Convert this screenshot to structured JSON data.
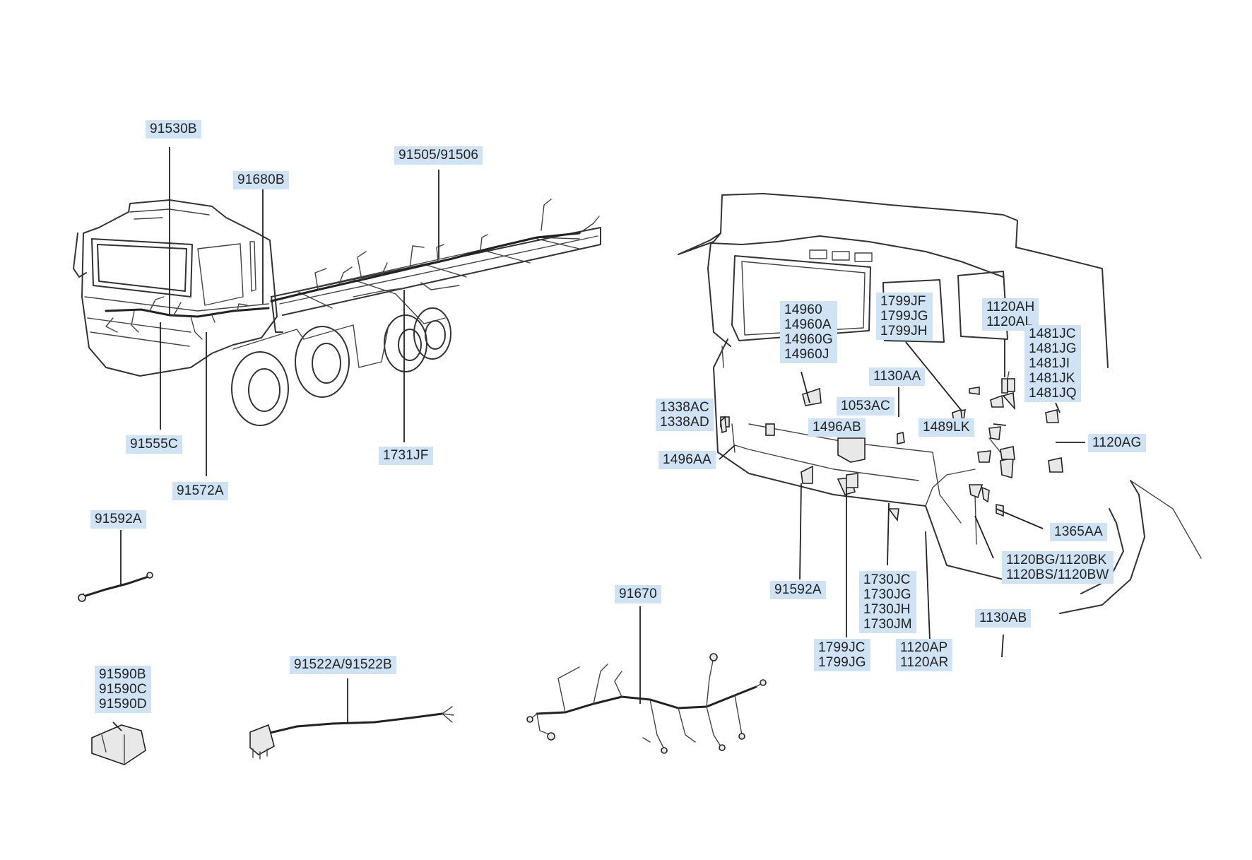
{
  "labels": {
    "l_91530B": "91530B",
    "l_91680B": "91680B",
    "l_91505": "91505/91506",
    "l_91555C": "91555C",
    "l_91572A": "91572A",
    "l_1731JF": "1731JF",
    "l_91592A_left": "91592A",
    "l_91590": "91590B\n91590C\n91590D",
    "l_91522": "91522A/91522B",
    "l_91670": "91670",
    "l_14960": "14960\n14960A\n14960G\n14960J",
    "l_1799JF": "1799JF\n1799JG\n1799JH",
    "l_1120AH": "1120AH\n1120AL",
    "l_1481": "1481JC\n1481JG\n1481JI\n1481JK\n1481JQ",
    "l_1130AA": "1130AA",
    "l_1053AC": "1053AC",
    "l_1338": "1338AC\n1338AD",
    "l_1496AB": "1496AB",
    "l_1489LK": "1489LK",
    "l_1120AG": "1120AG",
    "l_1496AA": "1496AA",
    "l_1365AA": "1365AA",
    "l_1120BG": "1120BG/1120BK\n1120BS/1120BW",
    "l_91592A_right": "91592A",
    "l_1730": "1730JC\n1730JG\n1730JH\n1730JM",
    "l_1799JC": "1799JC\n1799JG",
    "l_1120AP": "1120AP\n1120AR",
    "l_1130AB": "1130AB"
  },
  "colors": {
    "label_background": "#cfe3f5",
    "line": "#222222"
  },
  "icons": [
    "truck-cab-chassis-drawing",
    "cab-front-drawing",
    "wiring-harness",
    "bracket",
    "bolt",
    "clip"
  ]
}
